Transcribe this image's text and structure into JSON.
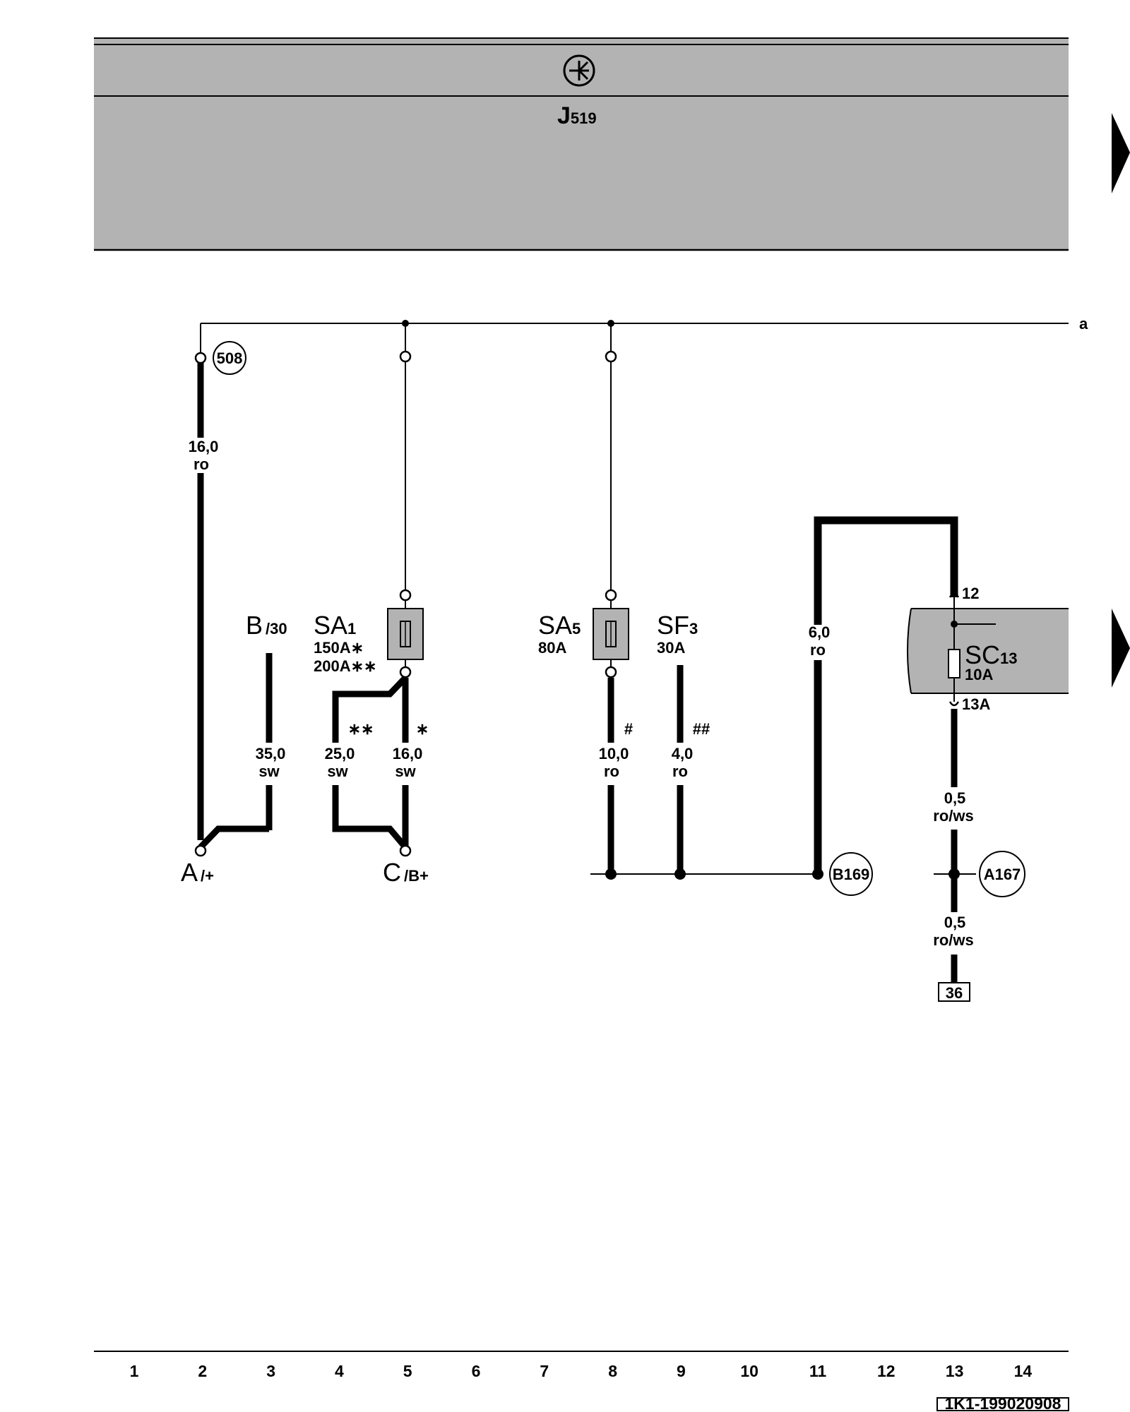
{
  "header": {
    "component": "J",
    "component_sub": "519"
  },
  "bus_label": "a",
  "connectors": {
    "c508": "508",
    "b169": "B169",
    "a167": "A167",
    "box36": "36"
  },
  "terminals": {
    "A": {
      "main": "A",
      "sub": "/+"
    },
    "B": {
      "main": "B",
      "sub": "/30"
    },
    "C": {
      "main": "C",
      "sub": "/B+"
    }
  },
  "fuses": {
    "SA1": {
      "main": "SA",
      "sub": "1",
      "rating1": "150A∗",
      "rating2": "200A∗∗"
    },
    "SA5": {
      "main": "SA",
      "sub": "5",
      "rating1": "80A"
    },
    "SF3": {
      "main": "SF",
      "sub": "3",
      "rating1": "30A"
    },
    "SC13": {
      "main": "SC",
      "sub": "13",
      "rating1": "10A",
      "pin_top": "12",
      "pin_bottom": "13A"
    }
  },
  "wires": [
    {
      "id": "w1",
      "size": "16,0",
      "color": "ro"
    },
    {
      "id": "w2",
      "size": "35,0",
      "color": "sw"
    },
    {
      "id": "w3",
      "size": "25,0",
      "color": "sw",
      "mark": "∗∗"
    },
    {
      "id": "w4",
      "size": "16,0",
      "color": "sw",
      "mark": "∗"
    },
    {
      "id": "w5",
      "size": "10,0",
      "color": "ro",
      "mark": "#"
    },
    {
      "id": "w6",
      "size": "4,0",
      "color": "ro",
      "mark": "##"
    },
    {
      "id": "w7",
      "size": "6,0",
      "color": "ro"
    },
    {
      "id": "w8",
      "size": "0,5",
      "color": "ro/ws"
    },
    {
      "id": "w9",
      "size": "0,5",
      "color": "ro/ws"
    }
  ],
  "footer": {
    "columns": [
      "1",
      "2",
      "3",
      "4",
      "5",
      "6",
      "7",
      "8",
      "9",
      "10",
      "11",
      "12",
      "13",
      "14"
    ],
    "code": "1K1-199020908"
  }
}
